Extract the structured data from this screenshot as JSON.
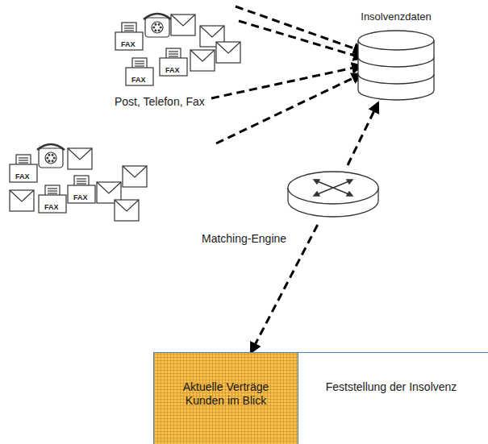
{
  "diagram": {
    "nodes": [
      {
        "text": [
          "Insolvenzdaten"
        ]
      },
      {
        "text": [
          "Matching-Engine"
        ]
      },
      {
        "text": [
          "Aktuelle Verträge Kunden im Blick"
        ]
      },
      {
        "text": [
          "Feststellung der Insolvenz"
        ]
      }
    ],
    "edges": [
      {
        "from": 1,
        "to": 0,
        "arrow": "to"
      },
      {
        "from": 1,
        "to": 2,
        "arrow": "to"
      }
    ],
    "labels": [
      "Post, Telefon, Fax",
      "FAX",
      "FAX",
      "FAX",
      "FAX",
      "FAX",
      "FAX"
    ]
  }
}
